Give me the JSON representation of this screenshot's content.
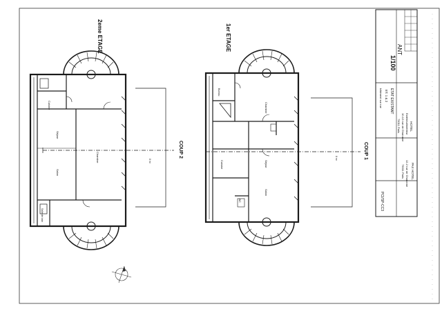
{
  "plan_left": {
    "title": "2eme ETAGE",
    "section_marker": "COUP 2",
    "dimension_label": "8 m²",
    "rooms": [
      {
        "label": "Cuisine"
      },
      {
        "label": "Séjour"
      },
      {
        "label": "Salon"
      },
      {
        "label": "Salle de bain"
      },
      {
        "label": "Chambre"
      }
    ]
  },
  "plan_right": {
    "title": "1er ETAGE",
    "section_marker": "COUP 1",
    "dimension_label": "8 m²",
    "rooms": [
      {
        "label": "Bureau"
      },
      {
        "label": "Chambre"
      },
      {
        "label": "Séjour"
      },
      {
        "label": "WC"
      },
      {
        "label": "Cuisine"
      },
      {
        "label": "Salon"
      }
    ]
  },
  "title_block": {
    "project_code": "PCI/SP-CC3",
    "client_name": "PAX HOTEL",
    "client_address_1": "12-2 rue de Charonne",
    "client_address_2": "75011 Paris",
    "hotel_label": "HOTEL",
    "hotel_line_1": "Extérieur/intérieur",
    "hotel_line_2": "10-12 rue de Charonne",
    "hotel_line_3": "75011 Paris",
    "status": "ETAT EXISTANT",
    "sheet_ref": "ET. 1 & 2",
    "sheet_desc": "bâtiment sur rue",
    "sheet_tag": "ANT",
    "scale": "1/100"
  },
  "colors": {
    "line": "#1a1a1a",
    "light_line": "#555555",
    "paper": "#ffffff"
  }
}
